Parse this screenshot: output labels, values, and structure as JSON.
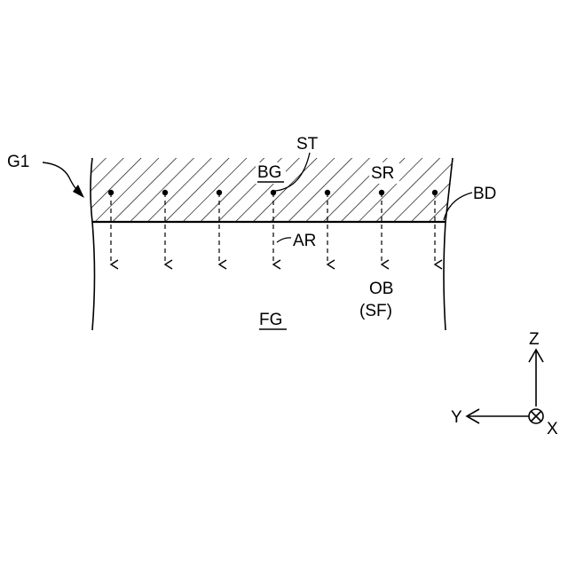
{
  "labels": {
    "g1": "G1",
    "st": "ST",
    "bg": "BG",
    "sr": "SR",
    "bd": "BD",
    "ar": "AR",
    "ob": "OB",
    "sf": "(SF)",
    "fg": "FG"
  },
  "axes": {
    "z": "Z",
    "y": "Y",
    "x": "X"
  },
  "sources": [
    {
      "id": "s1"
    },
    {
      "id": "s2"
    },
    {
      "id": "s3"
    },
    {
      "id": "s4"
    },
    {
      "id": "s5"
    },
    {
      "id": "s6"
    },
    {
      "id": "s7"
    }
  ]
}
